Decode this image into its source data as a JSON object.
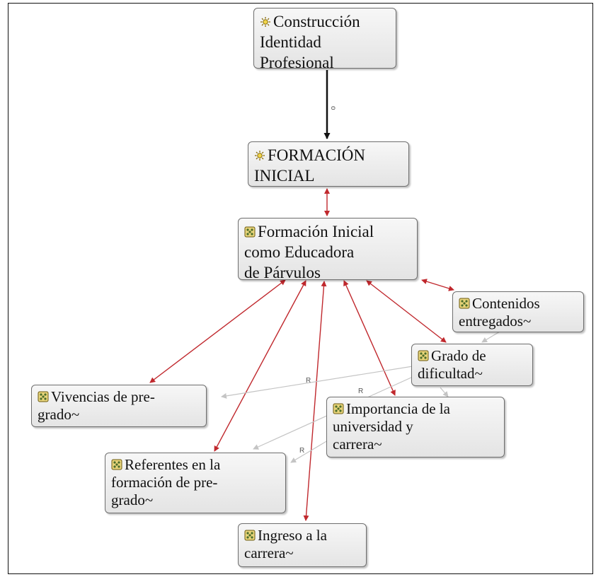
{
  "nodes": [
    {
      "id": "construccion",
      "label": "Construcción\nIdentidad\nProfesional",
      "icon": "family-icon"
    },
    {
      "id": "formacion-inicial",
      "label": "FORMACIÓN\nINICIAL",
      "icon": "family-icon"
    },
    {
      "id": "formacion-educadora",
      "label": "Formación Inicial\ncomo Educadora\nde Párvulos",
      "icon": "code-icon"
    },
    {
      "id": "contenidos",
      "label": "Contenidos\nentregados~",
      "icon": "code-icon"
    },
    {
      "id": "grado",
      "label": "Grado de\ndificultad~",
      "icon": "code-icon"
    },
    {
      "id": "vivencias",
      "label": "Vivencias de pre-\ngrado~",
      "icon": "code-icon"
    },
    {
      "id": "importancia",
      "label": "Importancia de la\nuniversidad y\ncarrera~",
      "icon": "code-icon"
    },
    {
      "id": "referentes",
      "label": "Referentes en la\nformación de pre-\ngrado~",
      "icon": "code-icon"
    },
    {
      "id": "ingreso",
      "label": "Ingreso a la\ncarrera~",
      "icon": "code-icon"
    }
  ],
  "edge_labels": {
    "o": "o",
    "r1": "R",
    "r2": "R",
    "r3": "R"
  },
  "colors": {
    "red_link": "#c0282d",
    "gray_link": "#c4c4c4",
    "black_link": "#111111"
  }
}
